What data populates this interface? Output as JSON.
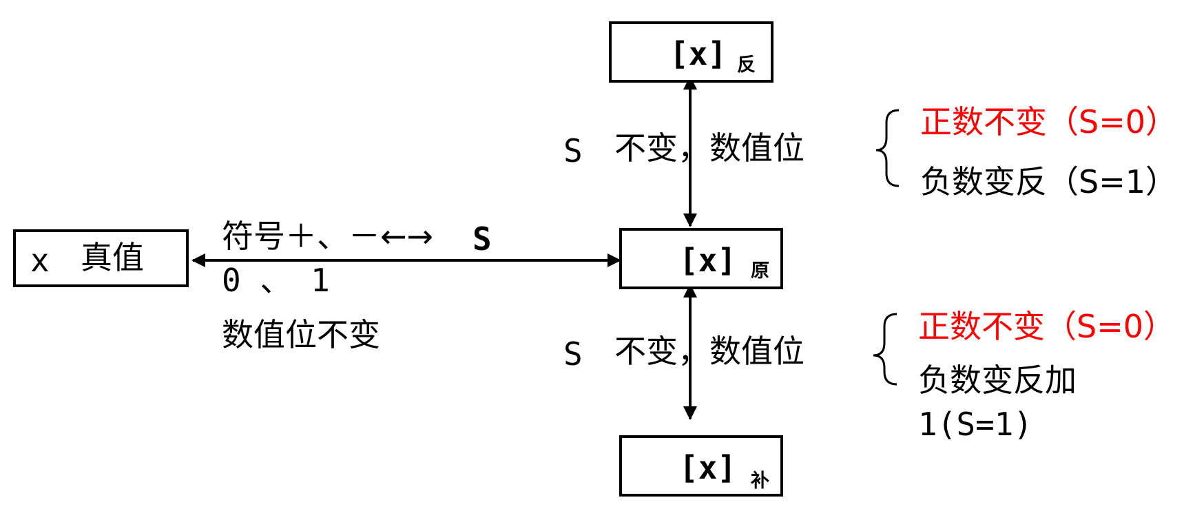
{
  "nodes": {
    "true_value": {
      "var": "x",
      "label": "真值"
    },
    "original": {
      "label": "[x]",
      "subscript": "原"
    },
    "ones_complement": {
      "label": "[x]",
      "subscript": "反"
    },
    "twos_complement": {
      "label": "[x]",
      "subscript": "补"
    }
  },
  "edge_true_original": {
    "line1": "符号＋、－←→",
    "line1_s": "S",
    "line2": "0 、 1",
    "line3": "数值位不变"
  },
  "edge_original_ones": {
    "s": "S",
    "text": "不变，数值位"
  },
  "edge_original_twos": {
    "s": "S",
    "text": "不变，数值位"
  },
  "ones_rules": {
    "positive": "正数不变（S=0）",
    "negative": "负数变反（S=1）"
  },
  "twos_rules": {
    "positive": "正数不变（S=0）",
    "negative_line1": "负数变反加",
    "negative_line2": "1(S=1)"
  },
  "colors": {
    "highlight": "#ff0000",
    "line": "#000000"
  }
}
